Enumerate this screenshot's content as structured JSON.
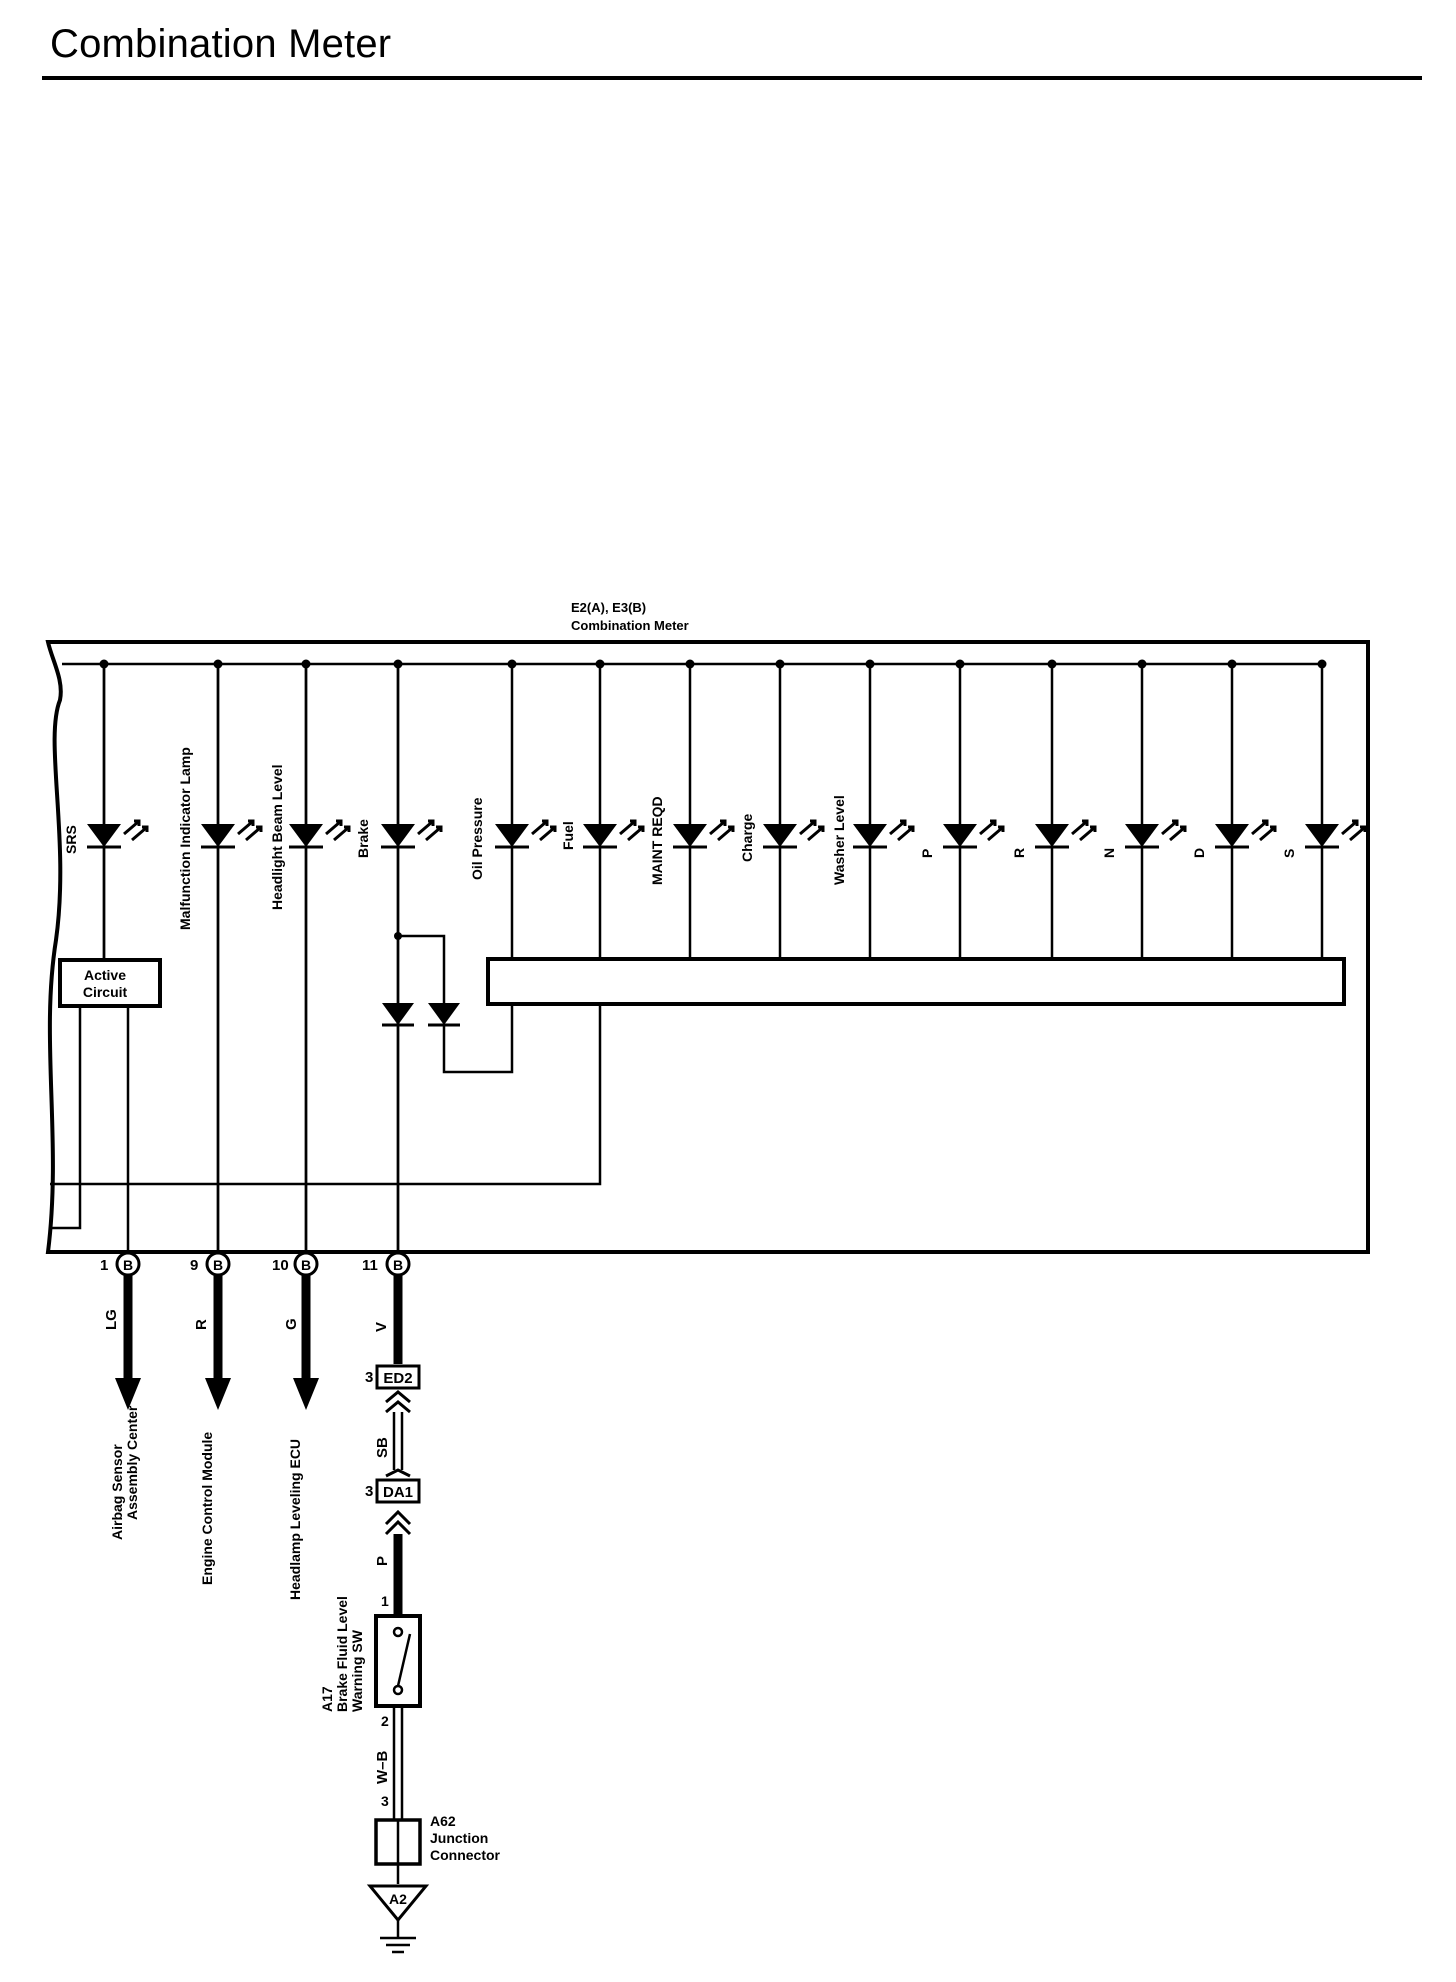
{
  "header": {
    "title": "Combination Meter"
  },
  "meter": {
    "connector_line": "E2(A), E3(B)",
    "name": "Combination Meter",
    "active_circuit_line1": "Active",
    "active_circuit_line2": "Circuit"
  },
  "lamps": [
    "SRS",
    "Malfunction Indicator Lamp",
    "Headlight Beam Level",
    "Brake",
    "Oil Pressure",
    "Fuel",
    "MAINT REQD",
    "Charge",
    "Washer Level",
    "P",
    "R",
    "N",
    "D",
    "S"
  ],
  "pins": [
    {
      "number": "1",
      "connector": "B",
      "wire": "LG",
      "destination_line1": "Airbag Sensor",
      "destination_line2": "Assembly Center"
    },
    {
      "number": "9",
      "connector": "B",
      "wire": "R",
      "destination_line1": "Engine Control Module",
      "destination_line2": ""
    },
    {
      "number": "10",
      "connector": "B",
      "wire": "G",
      "destination_line1": "Headlamp Leveling ECU",
      "destination_line2": ""
    },
    {
      "number": "11",
      "connector": "B",
      "wire": "V",
      "destination_line1": "",
      "destination_line2": ""
    }
  ],
  "brake_circuit": {
    "ed2": {
      "pin": "3",
      "label": "ED2"
    },
    "sb_wire": "SB",
    "da1": {
      "pin": "3",
      "label": "DA1"
    },
    "p_wire": "P",
    "switch": {
      "pin_top": "1",
      "pin_bottom": "2",
      "line1": "A17",
      "line2": "Brake Fluid Level",
      "line3": "Warning SW"
    },
    "wb_wire": "W–B",
    "junction": {
      "pin": "3",
      "line1": "A62",
      "line2": "Junction",
      "line3": "Connector"
    },
    "ground": {
      "label": "A2"
    }
  }
}
